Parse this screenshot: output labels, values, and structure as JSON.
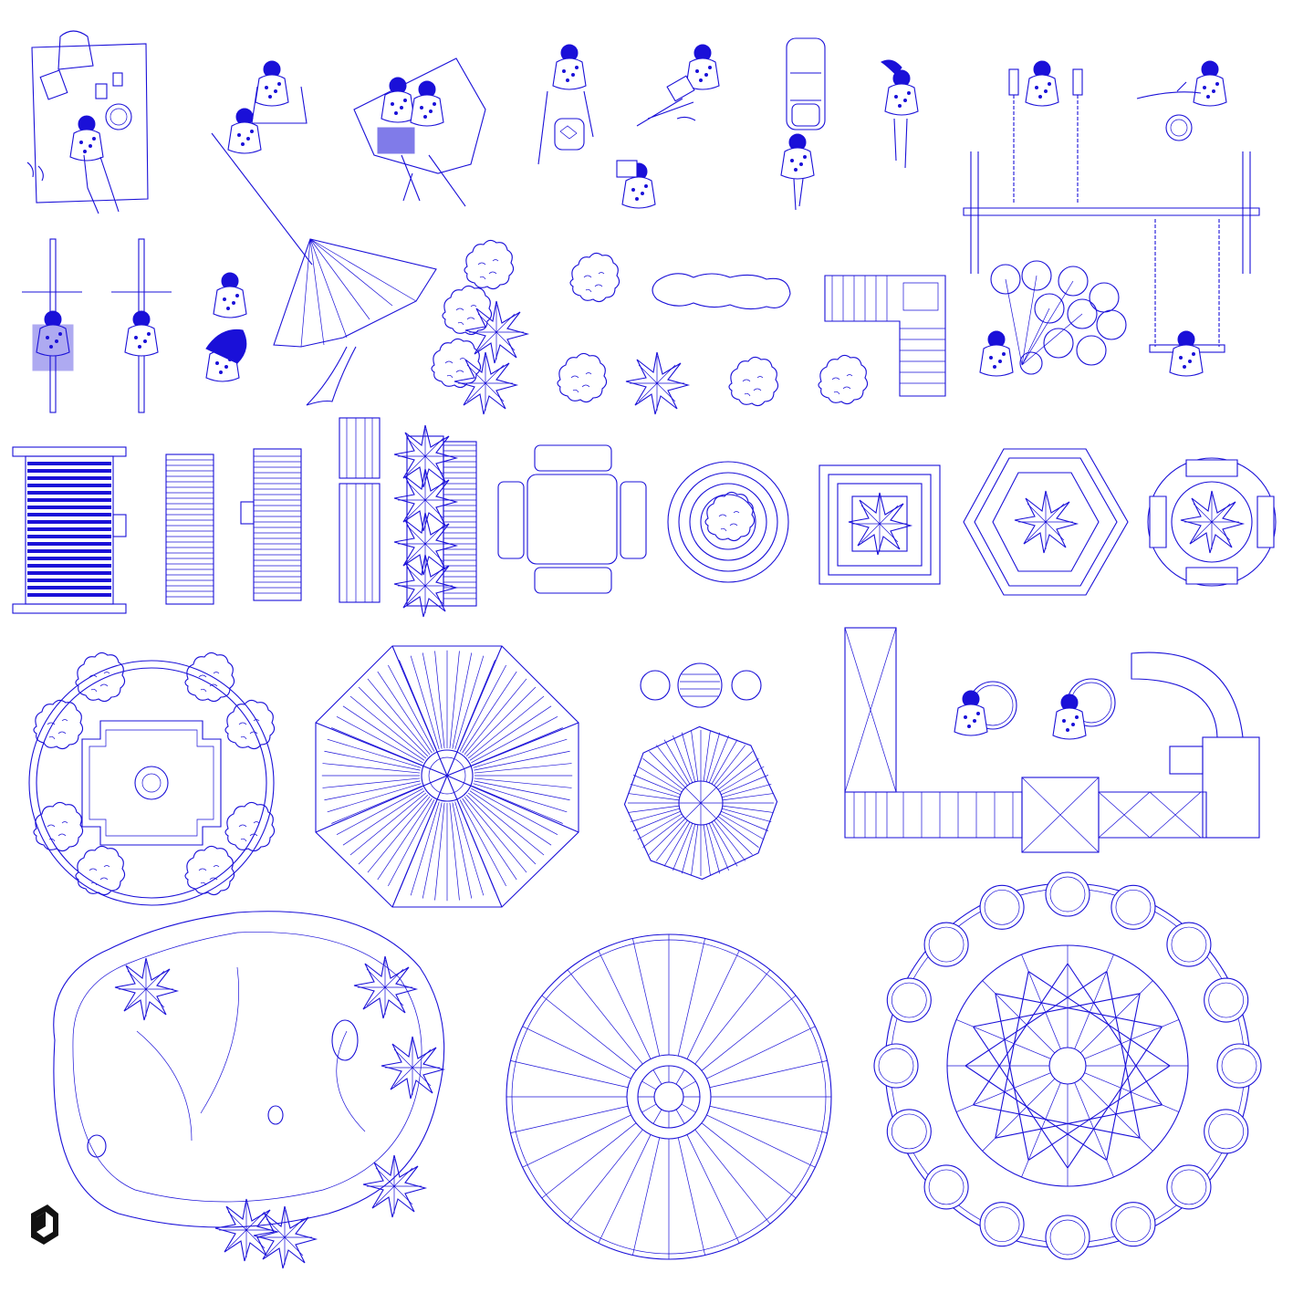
{
  "sheet": {
    "background": "#ffffff",
    "line_color": "#1a10d8",
    "logo_color": "#111111"
  },
  "symbols": [
    {
      "id": "picnic-blanket",
      "icon": "person-on-blanket"
    },
    {
      "id": "kite-flyers",
      "icon": "people-with-kite"
    },
    {
      "id": "family-on-blanket",
      "icon": "family-sitting"
    },
    {
      "id": "backpack-person",
      "icon": "person-backpack"
    },
    {
      "id": "laptop-person",
      "icon": "person-laptop"
    },
    {
      "id": "stroller-group",
      "icon": "stroller"
    },
    {
      "id": "walking-girl",
      "icon": "person-walking"
    },
    {
      "id": "swing-set",
      "icon": "swing"
    },
    {
      "id": "bicycles",
      "icon": "bicycle"
    },
    {
      "id": "trees-shrubs",
      "icon": "tree"
    },
    {
      "id": "benches",
      "icon": "bench"
    },
    {
      "id": "planter-seats",
      "icon": "planter"
    },
    {
      "id": "fountain",
      "icon": "fountain"
    },
    {
      "id": "gazebo-roof",
      "icon": "octagon-roof"
    },
    {
      "id": "playground-structure",
      "icon": "slide"
    },
    {
      "id": "pond",
      "icon": "pond"
    },
    {
      "id": "carousel",
      "icon": "carousel"
    },
    {
      "id": "ferris-wheel",
      "icon": "ferris-wheel"
    }
  ]
}
